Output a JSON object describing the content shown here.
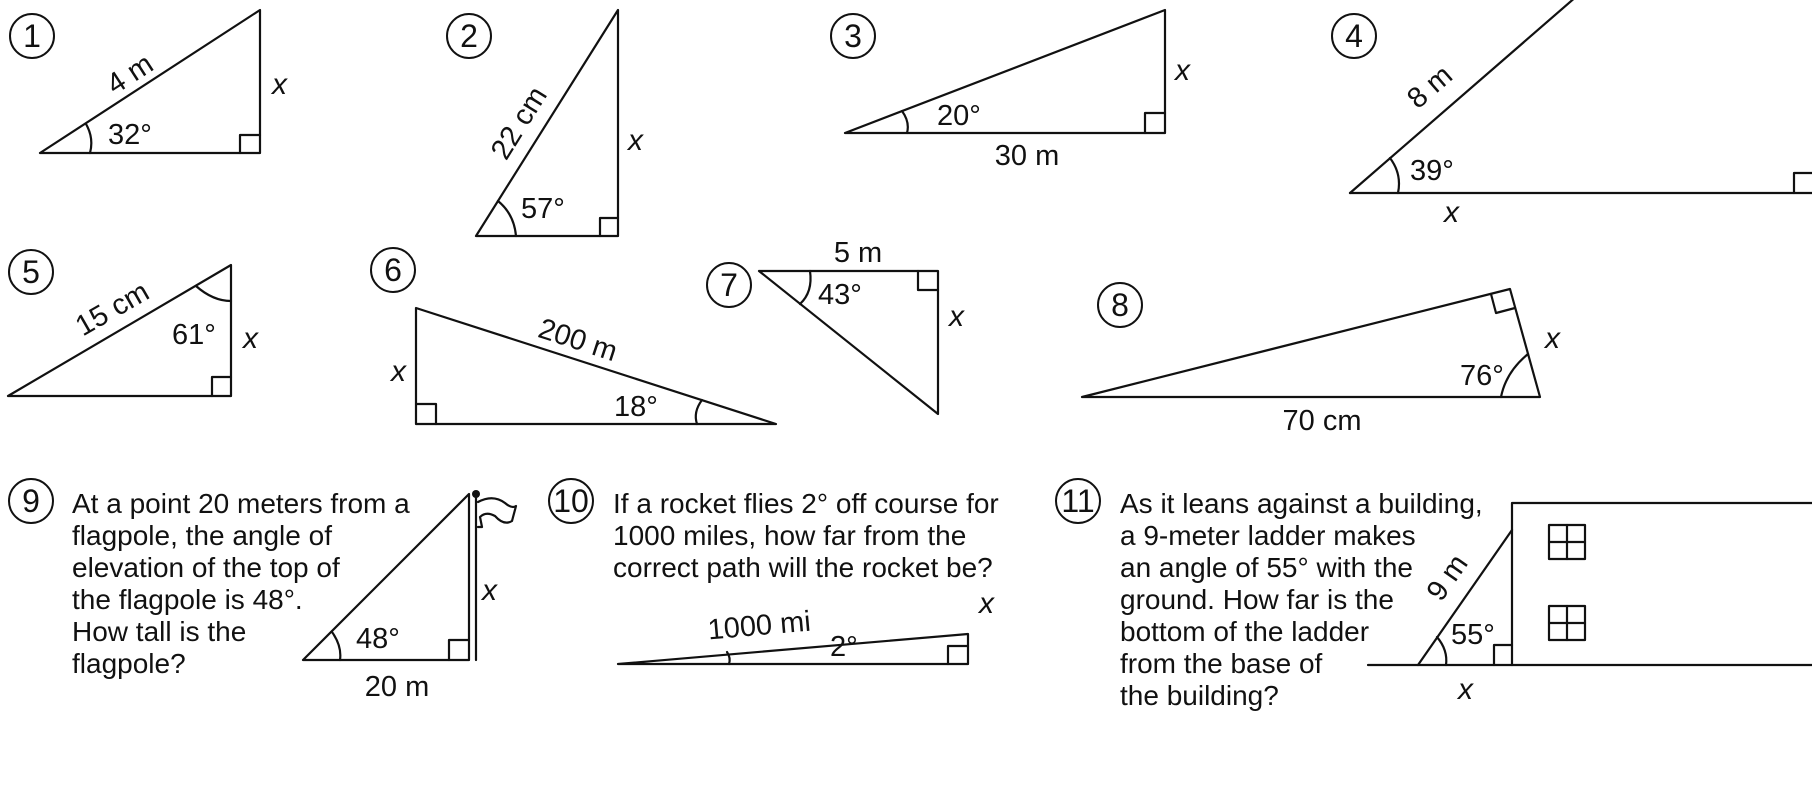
{
  "problems": [
    {
      "number": "1",
      "hyp": "4 m",
      "angle": "32°",
      "side": "x"
    },
    {
      "number": "2",
      "hyp": "22 cm",
      "angle": "57°",
      "side": "x"
    },
    {
      "number": "3",
      "base": "30 m",
      "angle": "20°",
      "side": "x"
    },
    {
      "number": "4",
      "hyp": "8 m",
      "angle": "39°",
      "side": "x"
    },
    {
      "number": "5",
      "hyp": "15 cm",
      "angle": "61°",
      "side": "x"
    },
    {
      "number": "6",
      "hyp": "200 m",
      "angle": "18°",
      "side": "x"
    },
    {
      "number": "7",
      "top": "5 m",
      "angle": "43°",
      "side": "x"
    },
    {
      "number": "8",
      "base": "70 cm",
      "angle": "76°",
      "side": "x"
    },
    {
      "number": "9",
      "text": [
        "At a point 20 meters from a",
        "flagpole, the angle of",
        "elevation of the top of",
        "the flagpole is 48°.",
        "How tall is the",
        "flagpole?"
      ],
      "angle": "48°",
      "base": "20 m",
      "side": "x"
    },
    {
      "number": "10",
      "text": [
        "If a rocket flies 2° off course for",
        "1000 miles, how far from the",
        "correct path will the rocket be?"
      ],
      "hyp": "1000 mi",
      "angle": "2°",
      "side": "x"
    },
    {
      "number": "11",
      "text": [
        "As it leans against a building,",
        "a 9-meter ladder makes",
        "an angle of 55° with the",
        "ground. How far is the",
        "bottom of the ladder",
        "from the base of",
        "the building?"
      ],
      "hyp": "9 m",
      "angle": "55°",
      "side": "x"
    }
  ]
}
